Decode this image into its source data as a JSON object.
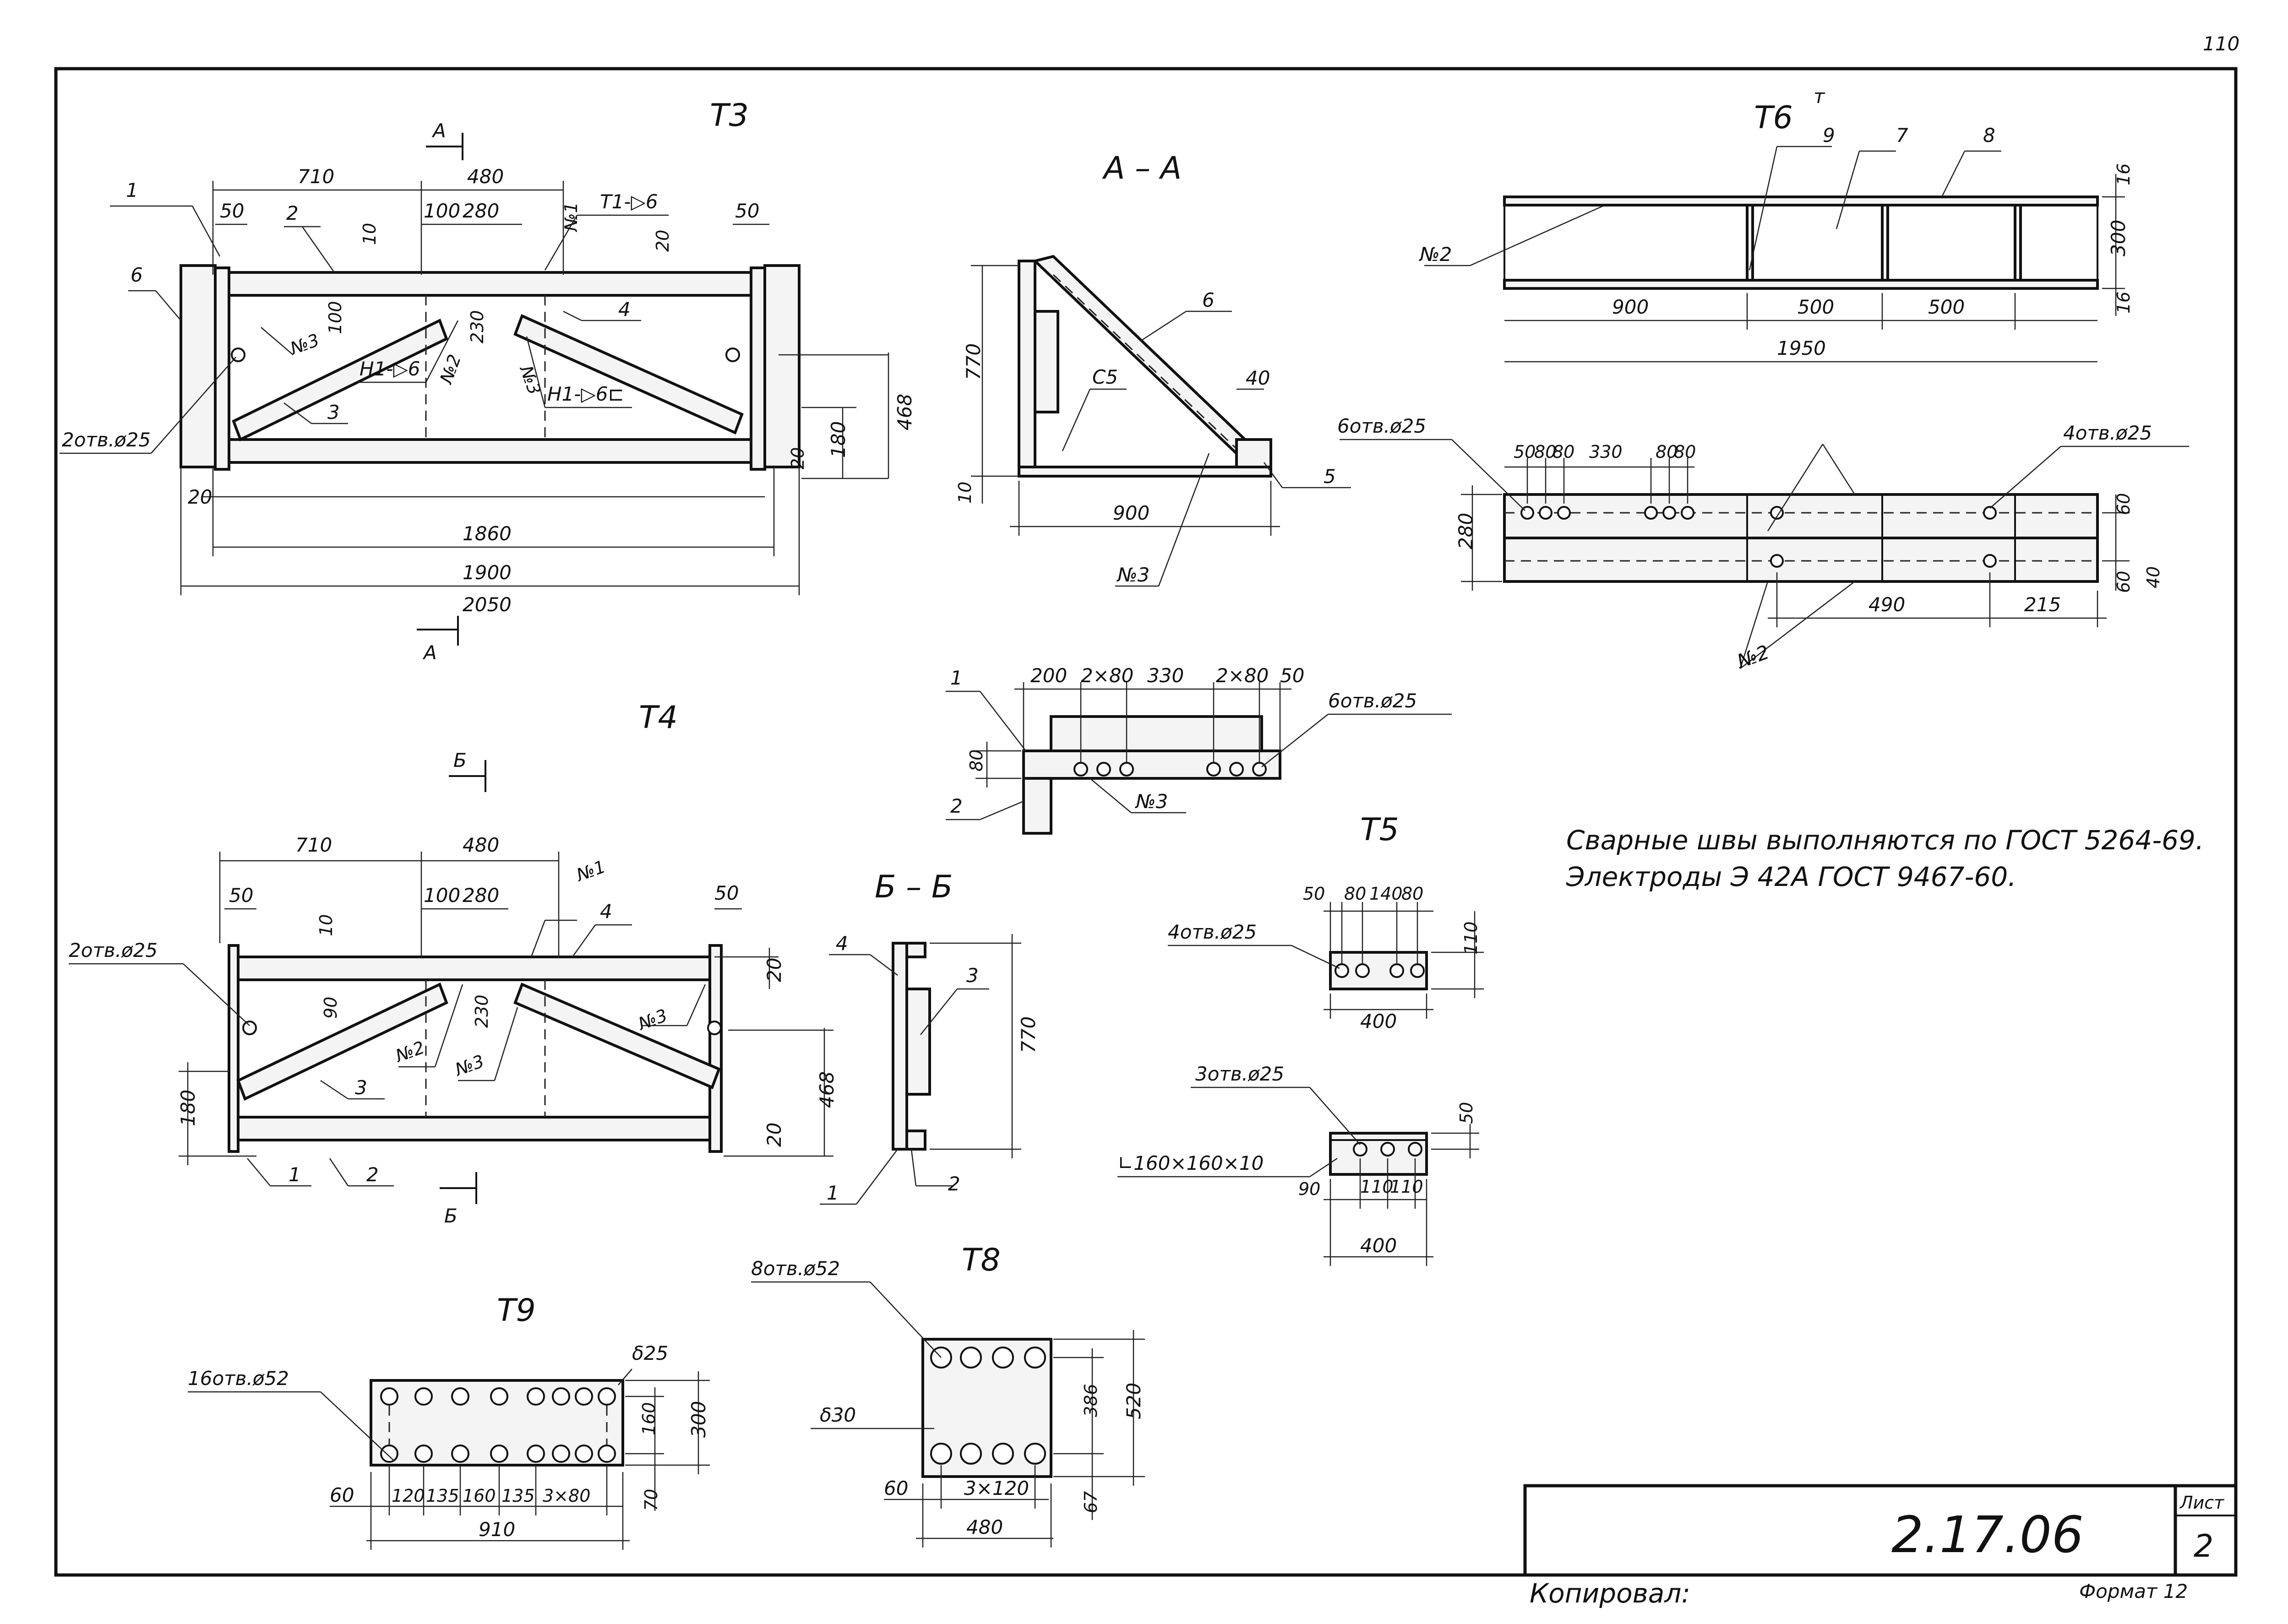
{
  "page_number": "110",
  "titles": {
    "t3": "Т3",
    "t4": "Т4",
    "t5": "Т5",
    "t6": "Т6",
    "t6_mark": "т",
    "t8": "Т8",
    "t9": "Т9",
    "sec_aa": "А – А",
    "sec_bb": "Б – Б",
    "cut_a": "А",
    "cut_b": "Б"
  },
  "t3": {
    "dims": [
      "710",
      "480",
      "50",
      "100",
      "280",
      "10",
      "20",
      "50",
      "100",
      "230",
      "468",
      "180",
      "20",
      "20",
      "1860",
      "1900",
      "2050"
    ],
    "labels": {
      "p1": "1",
      "p2": "2",
      "p3": "3",
      "p4": "4",
      "p6": "6",
      "n1": "№1",
      "n2": "№2",
      "n3": "№3",
      "n3b": "№3",
      "t1": "Т1-▷6",
      "h1a": "Н1-▷6",
      "h1b": "Н1-▷6⊏",
      "holes": "2отв.ø25"
    }
  },
  "aa": {
    "dims": [
      "770",
      "10",
      "900",
      "40"
    ],
    "labels": {
      "c5": "С5",
      "p5": "5",
      "p6": "6",
      "n3": "№3"
    }
  },
  "t6": {
    "dims_top": [
      "16",
      "300",
      "16",
      "900",
      "500",
      "500",
      "1950"
    ],
    "dims_bot": [
      "50",
      "80",
      "80",
      "330",
      "80",
      "80",
      "280",
      "60",
      "60",
      "40",
      "490",
      "215"
    ],
    "labels": {
      "p7": "7",
      "p8": "8",
      "p9": "9",
      "n2a": "№2",
      "n2b": "№2",
      "holes6": "6отв.ø25",
      "holes4": "4отв.ø25"
    }
  },
  "angle": {
    "dims": [
      "200",
      "2×80",
      "330",
      "2×80",
      "50",
      "80"
    ],
    "labels": {
      "p1": "1",
      "p2": "2",
      "n3": "№3",
      "holes": "6отв.ø25"
    }
  },
  "t4": {
    "dims": [
      "710",
      "480",
      "50",
      "100",
      "280",
      "10",
      "50",
      "90",
      "230",
      "20",
      "468",
      "180",
      "20"
    ],
    "labels": {
      "p1": "1",
      "p2": "2",
      "p3": "3",
      "p4": "4",
      "n1": "№1",
      "n2": "№2",
      "n3a": "№3",
      "n3b": "№3",
      "holes": "2отв.ø25"
    }
  },
  "bb": {
    "dims": [
      "770"
    ],
    "labels": {
      "p1": "1",
      "p2": "2",
      "p3": "3",
      "p4": "4"
    }
  },
  "t5": {
    "dims_a": [
      "50",
      "80",
      "140",
      "80",
      "110",
      "400"
    ],
    "dims_b": [
      "50",
      "90",
      "110",
      "110",
      "400"
    ],
    "labels": {
      "holes4": "4отв.ø25",
      "holes3": "3отв.ø25",
      "angle": "∟160×160×10"
    }
  },
  "t8": {
    "dims": [
      "386",
      "520",
      "60",
      "3×120",
      "67",
      "480"
    ],
    "labels": {
      "holes": "8отв.ø52",
      "s30": "δ30"
    }
  },
  "t9": {
    "dims": [
      "160",
      "300",
      "60",
      "120",
      "135",
      "160",
      "135",
      "3×80",
      "70",
      "910"
    ],
    "labels": {
      "holes": "16отв.ø52",
      "s25": "δ25"
    }
  },
  "notes": {
    "line1": "Сварные швы выполняются по ГОСТ 5264-69.",
    "line2": "Электроды Э 42А  ГОСТ 9467-60."
  },
  "stamp": {
    "code": "2.17.06",
    "sheet_label": "Лист",
    "sheet_no": "2"
  },
  "footer": {
    "copied": "Копировал:",
    "format": "Формат 12"
  }
}
